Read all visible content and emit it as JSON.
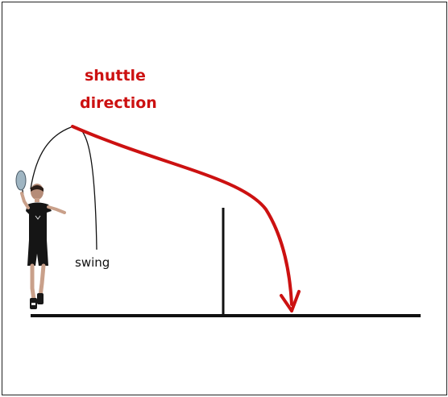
{
  "labels": {
    "shuttle_line1": "shuttle",
    "shuttle_line2": "direction",
    "swing": "swing"
  },
  "colors": {
    "shuttle_arrow": "#cc1111",
    "shuttle_text": "#cc1111",
    "swing_arc": "#111111",
    "court": "#111111",
    "net": "#111111",
    "player_clothing": "#151515",
    "player_skin": "#c9a08a",
    "racket_head": "#9fb5c2",
    "border": "#222222"
  },
  "icons": {
    "player": "badminton-player-figure",
    "racket": "racket-icon",
    "arrowhead": "arrowhead-icon"
  }
}
